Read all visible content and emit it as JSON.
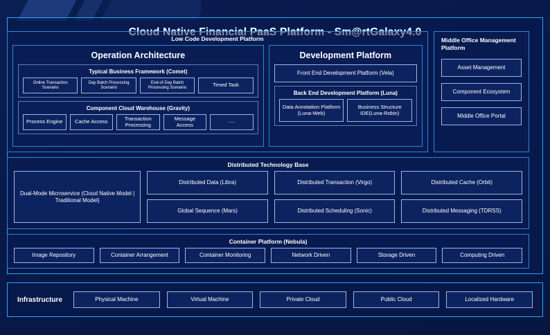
{
  "title": "Cloud Native Financial PaaS Platform - Sm@rtGalaxy4.0",
  "colors": {
    "background": "#08194a",
    "panel_border": "#2aa8ef",
    "section_border": "#2f86d8",
    "chip_border": "#9db8e8",
    "chip_fill": "#0d2360",
    "text": "#ffffff"
  },
  "low_code": {
    "header": "Low Code Development Platform",
    "operation_architecture": {
      "title": "Operation Architecture",
      "groups": [
        {
          "title": "Typical Business Framework (Comet)",
          "items": [
            "Online Transaction Scenario",
            "Day Batch Processing Scenario",
            "End-of-Day Batch Processing Scenario",
            "Timed Task"
          ]
        },
        {
          "title": "Component Cloud Warehouse (Gravity)",
          "items": [
            "Process Engine",
            "Cache Access",
            "Transaction Processing",
            "Message Access",
            "......"
          ]
        }
      ]
    },
    "development_platform": {
      "title": "Development Platform",
      "front_end": "Front End Development Platform (Vela)",
      "back_end": {
        "title": "Back End Development Platform (Luna)",
        "items": [
          "Data Annotation Platform (Luna-Web)",
          "Business Structure IDE(Luna-Robin)"
        ]
      }
    }
  },
  "middle_office": {
    "title": "Middle Office Management Platform",
    "items": [
      "Asset Management",
      "Component Ecosystem",
      "Middle Office Portal"
    ]
  },
  "distributed_technology_base": {
    "header": "Distributed Technology Base",
    "wide_item": "Dual-Mode Microservice (Cloud Native Model | Traditional Model)",
    "column_2": [
      "Distributed Data (Libra)",
      "Global Sequence (Mars)"
    ],
    "column_3": [
      "Distributed Transaction (Virgo)",
      "Distributed Scheduling (Sonic)"
    ],
    "column_4": [
      "Distributed Cache (Orbit)",
      "Distributed Messaging (TDRSS)"
    ]
  },
  "container_platform": {
    "header": "Container Platform (Nebula)",
    "items": [
      "Image Repository",
      "Container Arrangement",
      "Container Monitoring",
      "Network Driven",
      "Storage Driven",
      "Computing Driven"
    ]
  },
  "infrastructure": {
    "label": "Infrastructure",
    "items": [
      "Physical Machine",
      "Virtual Machine",
      "Private Cloud",
      "Public Cloud",
      "Localized Hardware"
    ]
  }
}
